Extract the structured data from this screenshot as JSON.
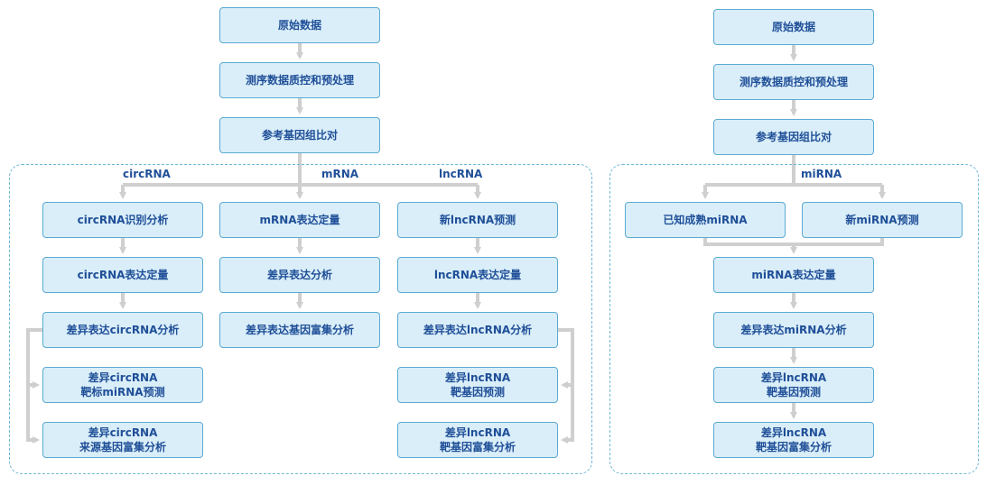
{
  "left": {
    "top_chain": [
      "原始数据",
      "测序数据质控和预处理",
      "参考基因组比对"
    ],
    "branch_labels": {
      "circ": "circRNA",
      "mrna": "mRNA",
      "lnc": "lncRNA"
    },
    "circ_column": [
      "circRNA识别分析",
      "circRNA表达定量",
      "差异表达circRNA分析",
      "差异circRNA\n靶标miRNA预测",
      "差异circRNA\n来源基因富集分析"
    ],
    "mrna_column": [
      "mRNA表达定量",
      "差异表达分析",
      "差异表达基因富集分析"
    ],
    "lnc_column": [
      "新lncRNA预测",
      "lncRNA表达定量",
      "差异表达lncRNA分析",
      "差异lncRNA\n靶基因预测",
      "差异lncRNA\n靶基因富集分析"
    ]
  },
  "right": {
    "top_chain": [
      "原始数据",
      "测序数据质控和预处理",
      "参考基因组比对"
    ],
    "branch_label": "miRNA",
    "split": [
      "已知成熟miRNA",
      "新miRNA预测"
    ],
    "chain": [
      "miRNA表达定量",
      "差异表达miRNA分析",
      "差异lncRNA\n靶基因预测",
      "差异lncRNA\n靶基因富集分析"
    ]
  },
  "colors": {
    "box_fill": "#daeef9",
    "box_border": "#5aaad2",
    "text": "#1f4f98",
    "connector": "#cfcfcf",
    "region_border": "#6fb6d6"
  }
}
